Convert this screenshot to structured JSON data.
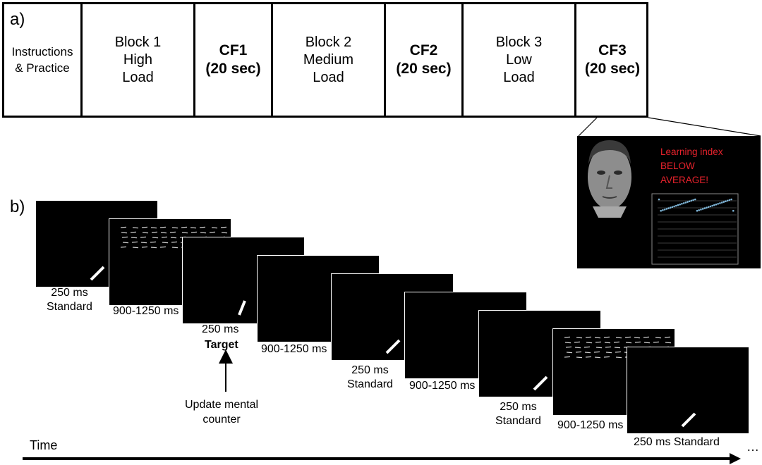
{
  "panel_a": {
    "label": "a)",
    "blocks": [
      {
        "text": "Instructions\n& Practice",
        "kind": "intro"
      },
      {
        "text": "Block 1\nHigh\nLoad",
        "kind": "block"
      },
      {
        "text": "CF1\n(20 sec)",
        "kind": "cf"
      },
      {
        "text": "Block 2\nMedium\nLoad",
        "kind": "block"
      },
      {
        "text": "CF2\n(20 sec)",
        "kind": "cf"
      },
      {
        "text": "Block 3\nLow\nLoad",
        "kind": "block"
      },
      {
        "text": "CF3\n(20 sec)",
        "kind": "cf"
      }
    ]
  },
  "feedback": {
    "message": "Learning index\nBELOW\nAVERAGE!",
    "text_color": "#e8222c"
  },
  "panel_b": {
    "label": "b)",
    "screens": [
      {
        "stimulus": "line"
      },
      {
        "stimulus": "mask"
      },
      {
        "stimulus": "line-steep"
      },
      {
        "stimulus": "blank"
      },
      {
        "stimulus": "line"
      },
      {
        "stimulus": "blank"
      },
      {
        "stimulus": "line"
      },
      {
        "stimulus": "mask"
      },
      {
        "stimulus": "line"
      }
    ],
    "captions": [
      "250 ms\nStandard",
      "900-1250 ms",
      "250 ms",
      "Target",
      "900-1250 ms",
      "250 ms\nStandard",
      "900-1250 ms",
      "250 ms\nStandard",
      "900-1250 ms",
      "250 ms Standard"
    ],
    "arrow_label": "Update mental\ncounter",
    "time_label": "Time",
    "ellipsis": "…"
  }
}
